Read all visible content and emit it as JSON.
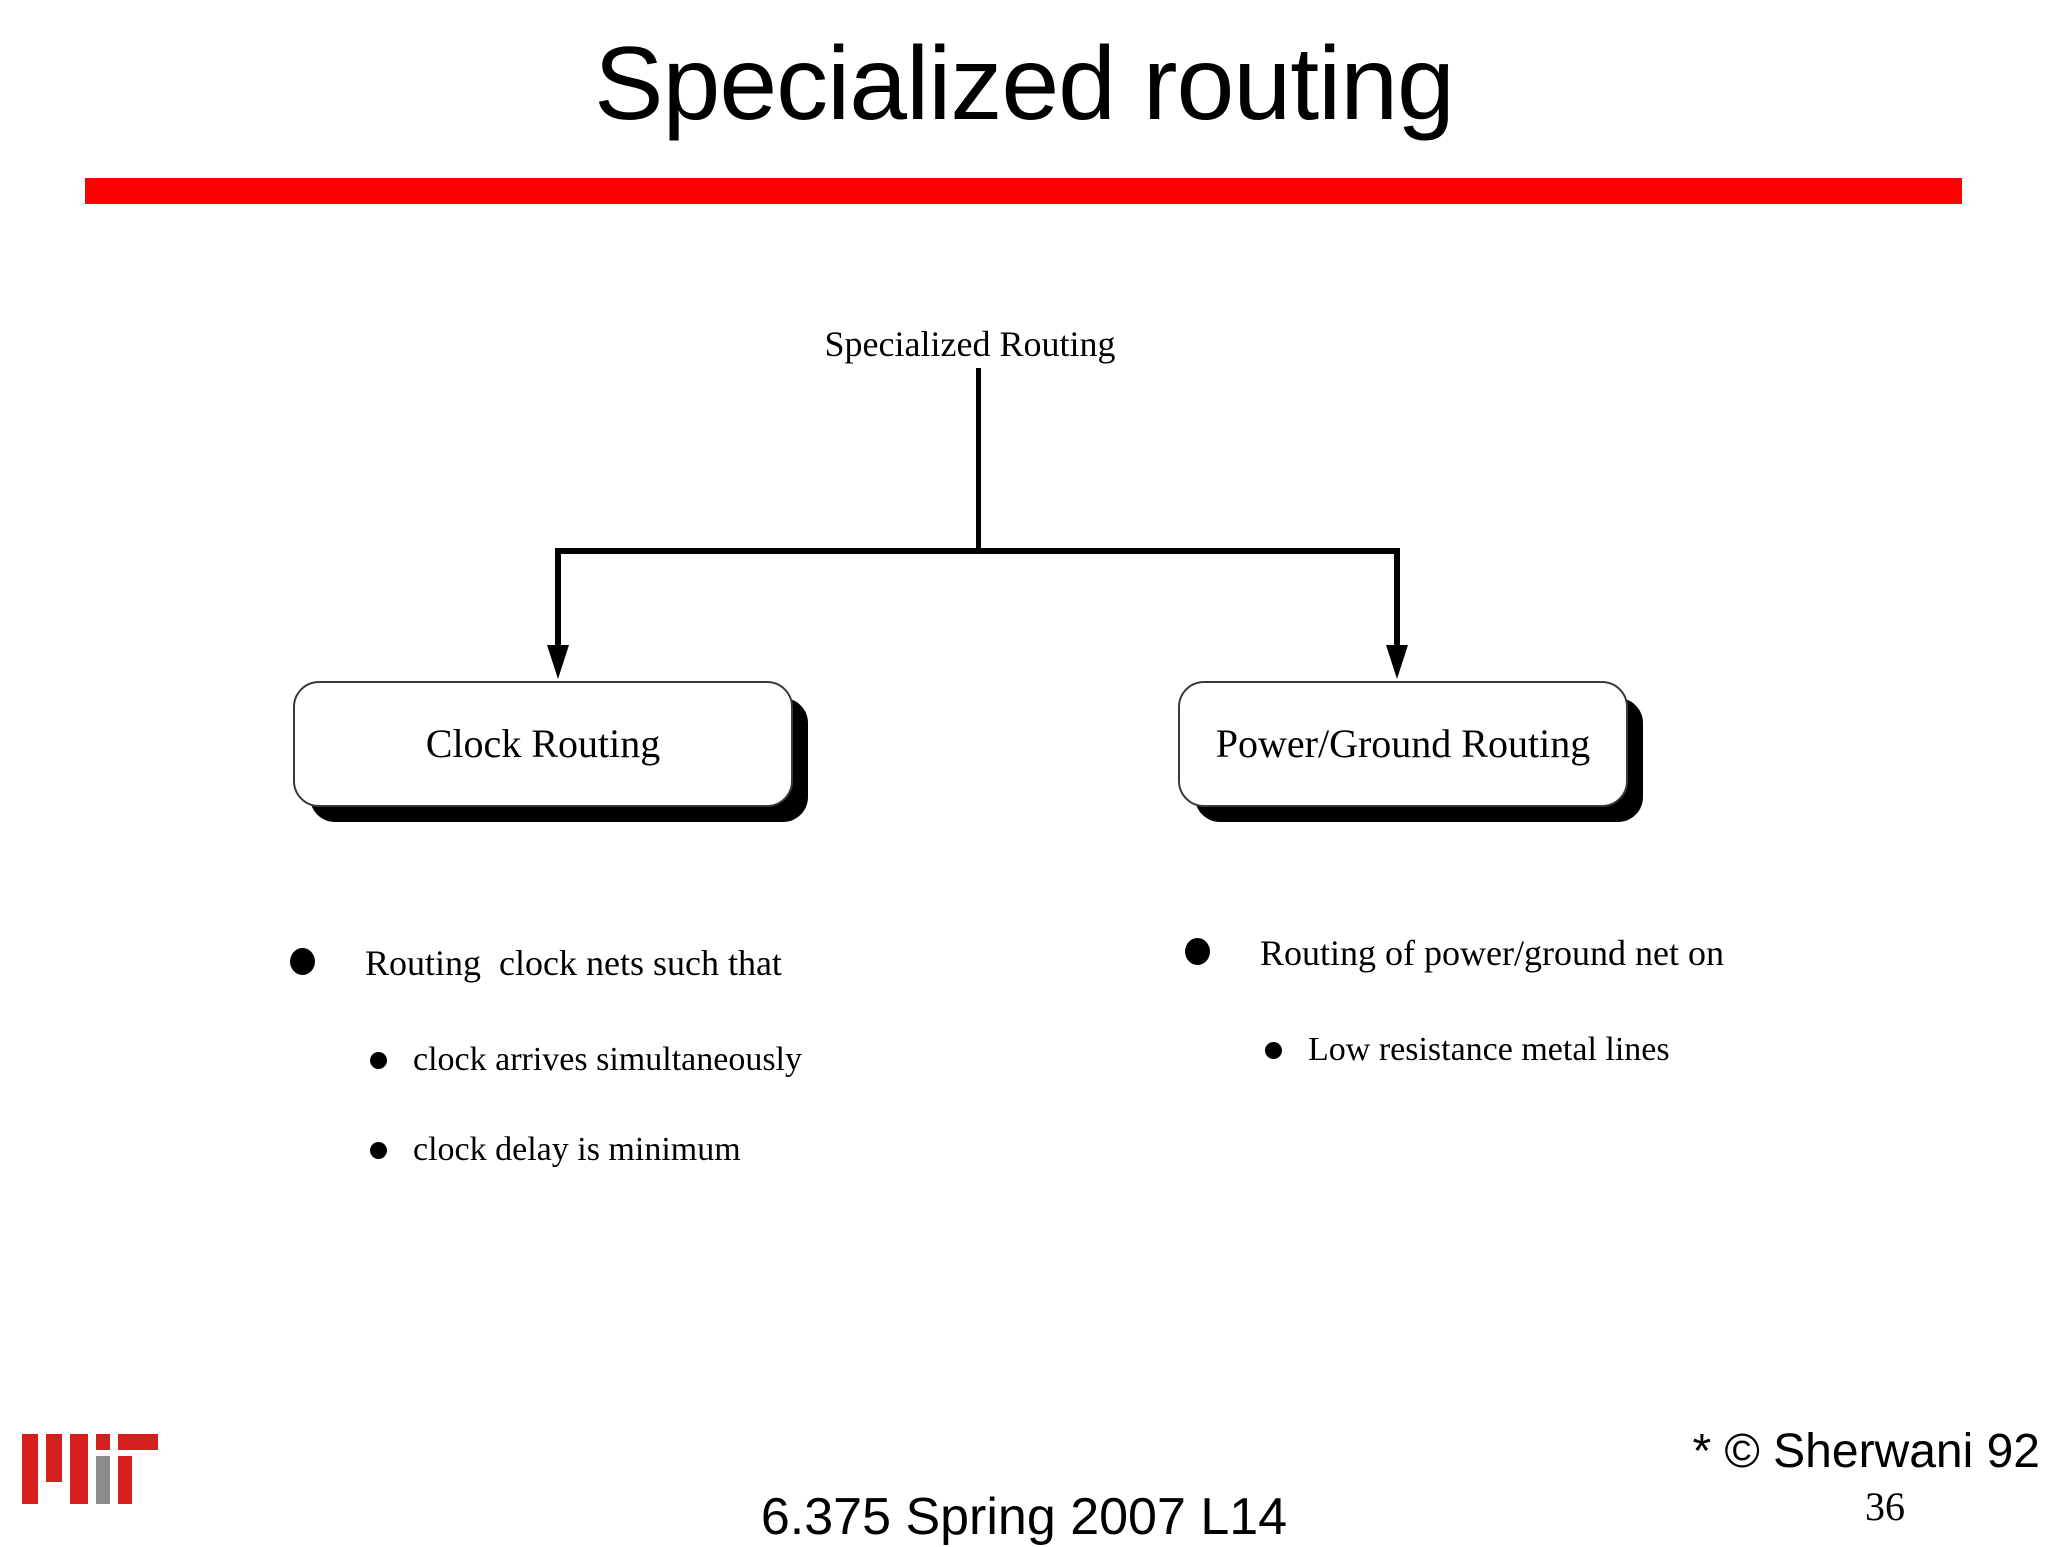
{
  "slide": {
    "title": "Specialized routing",
    "accent_color": "#fe0000",
    "page_number": "36",
    "credit": "* © Sherwani 92",
    "footer": "6.375 Spring 2007 L14"
  },
  "diagram": {
    "root_label": "Specialized Routing",
    "nodes": [
      {
        "label": "Clock Routing"
      },
      {
        "label": "Power/Ground Routing"
      }
    ]
  },
  "bullets": {
    "left": [
      {
        "level": 1,
        "text": "Routing  clock nets such that"
      },
      {
        "level": 2,
        "text": "clock arrives simultaneously"
      },
      {
        "level": 2,
        "text": "clock delay is minimum"
      }
    ],
    "right": [
      {
        "level": 1,
        "text": "Routing of power/ground net on"
      },
      {
        "level": 2,
        "text": "Low resistance metal lines"
      }
    ]
  },
  "logo": {
    "name": "MIT",
    "red": "#d61f1f",
    "grey": "#8c8c8c"
  }
}
